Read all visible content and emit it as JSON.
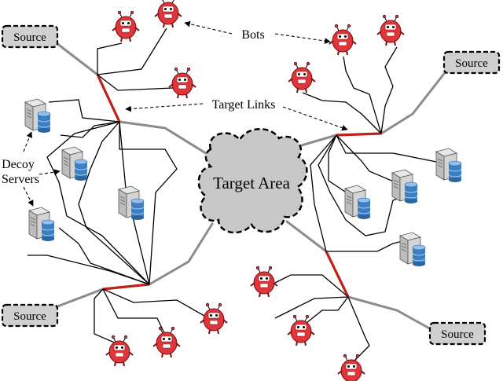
{
  "labels": {
    "source": "Source",
    "target_area": "Target Area",
    "bots": "Bots",
    "target_links": "Target Links",
    "decoy_line1": "Decoy",
    "decoy_line2": "Servers"
  },
  "colors": {
    "target_link": "#c0201a",
    "trunk": "#8c8c8c",
    "branch": "#000000",
    "source_fill": "#d0d0d0",
    "target_fill": "#c8c8c8",
    "bot_body": "#e0353a",
    "server_body": "#c9c9c9",
    "server_disk": "#3c7fc4"
  },
  "icons": [
    "bot-icon",
    "server-icon",
    "cloud-shape",
    "source-box"
  ]
}
